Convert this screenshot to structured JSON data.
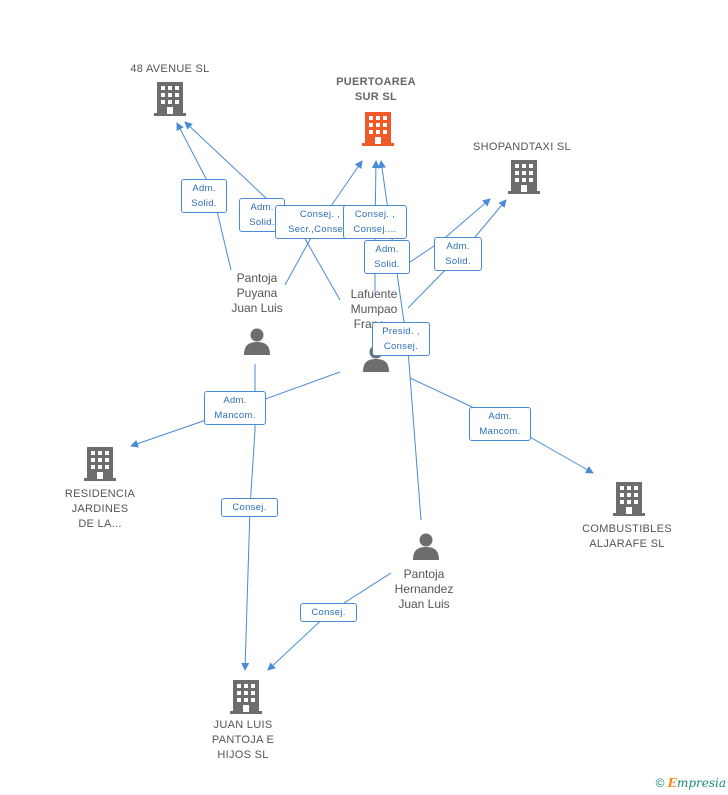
{
  "nodes": {
    "avenue48": {
      "label": "48 AVENUE  SL"
    },
    "puertoarea": {
      "label_line1": "PUERTOAREA",
      "label_line2": "SUR  SL"
    },
    "shopandtaxi": {
      "label": "SHOPANDTAXI SL"
    },
    "residencia": {
      "label_line1": "RESIDENCIA",
      "label_line2": "JARDINES",
      "label_line3": "DE LA..."
    },
    "combustibles": {
      "label_line1": "COMBUSTIBLES",
      "label_line2": "ALJARAFE  SL"
    },
    "juanluis_hijos": {
      "label_line1": "JUAN LUIS",
      "label_line2": "PANTOJA E",
      "label_line3": "HIJOS SL"
    }
  },
  "persons": {
    "pantoja_puyana": {
      "line1": "Pantoja",
      "line2": "Puyana",
      "line3": "Juan Luis"
    },
    "lafuente": {
      "line1": "Lafuente",
      "line2": "Mumpao",
      "line3": "Franc..."
    },
    "pantoja_hernandez": {
      "line1": "Pantoja",
      "line2": "Hernandez",
      "line3": "Juan Luis"
    }
  },
  "edge_labels": {
    "e1": {
      "line1": "Adm.",
      "line2": "Solid."
    },
    "e2": {
      "line1": "Adm.",
      "line2": "Solid."
    },
    "e3": {
      "line1": "Consej. ,",
      "line2": "Secr.,Conse..."
    },
    "e4": {
      "line1": "Consej. ,",
      "line2": "Consej...."
    },
    "e5": {
      "line1": "Adm.",
      "line2": "Solid."
    },
    "e6": {
      "line1": "Adm.",
      "line2": "Solid."
    },
    "e7": {
      "line1": "Presid. ,",
      "line2": "Consej."
    },
    "e8": {
      "line1": "Adm.",
      "line2": "Mancom."
    },
    "e9": {
      "line1": "Adm.",
      "line2": "Mancom."
    },
    "e10": {
      "line1": "Consej."
    },
    "e11": {
      "line1": "Consej."
    }
  },
  "footer": {
    "copyright": "©",
    "brand_initial": "E",
    "brand_rest": "mpresia"
  },
  "colors": {
    "edge": "#4a8bd6",
    "building": "#6d6d6d",
    "building_highlight": "#f05a28",
    "person": "#6d6d6d"
  }
}
